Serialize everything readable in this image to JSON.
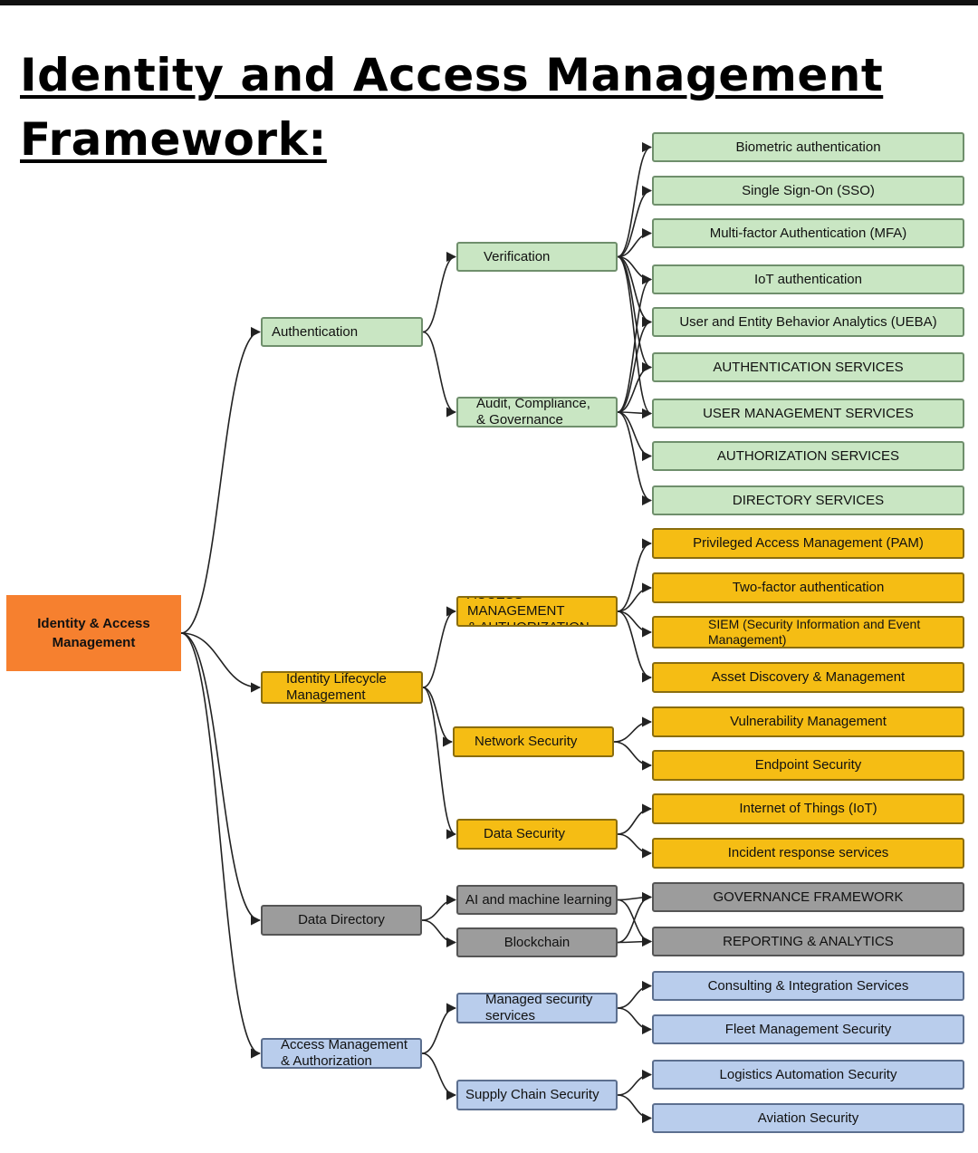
{
  "title_line1": "Identity and Access Management",
  "title_line2": "Framework:",
  "colors": {
    "root": "#f6802f",
    "green": "#c9e6c3",
    "yellow": "#f5bd14",
    "gray": "#9c9c9c",
    "blue": "#b9cdec",
    "edge": "#222222"
  },
  "nodes": {
    "root": "Identity & Access\nManagement",
    "authentication": "Authentication",
    "verification": "Verification",
    "audit": "Audit, Compliance,\n& Governance",
    "identity_lifecycle": "Identity Lifecycle\nManagement",
    "access_mgmt_auth_caps": "ACCESS MANAGEMENT\n& AUTHORIZATION",
    "network_security": "Network Security",
    "data_security": "Data Security",
    "data_directory": "Data Directory",
    "ai_ml": "AI and machine learning",
    "blockchain": "Blockchain",
    "access_mgmt_auth": "Access Management\n& Authorization",
    "managed_security": "Managed security\nservices",
    "supply_chain": "Supply Chain Security",
    "biometric": "Biometric authentication",
    "sso": "Single Sign-On (SSO)",
    "mfa": "Multi-factor Authentication (MFA)",
    "iot_auth": "IoT authentication",
    "ueba": "User and Entity Behavior Analytics (UEBA)",
    "auth_services": "AUTHENTICATION SERVICES",
    "user_mgmt_services": "USER MANAGEMENT SERVICES",
    "authz_services": "AUTHORIZATION SERVICES",
    "directory_services": "DIRECTORY SERVICES",
    "pam": "Privileged Access Management (PAM)",
    "two_factor": "Two-factor authentication",
    "siem": "SIEM (Security Information and Event\nManagement)",
    "asset_discovery": "Asset Discovery & Management",
    "vuln_mgmt": "Vulnerability Management",
    "endpoint": "Endpoint Security",
    "iot": "Internet of Things (IoT)",
    "incident_response": "Incident response services",
    "governance": "GOVERNANCE FRAMEWORK",
    "reporting": "REPORTING & ANALYTICS",
    "consulting": "Consulting & Integration Services",
    "fleet": "Fleet Management Security",
    "logistics": "Logistics Automation Security",
    "aviation": "Aviation Security"
  }
}
